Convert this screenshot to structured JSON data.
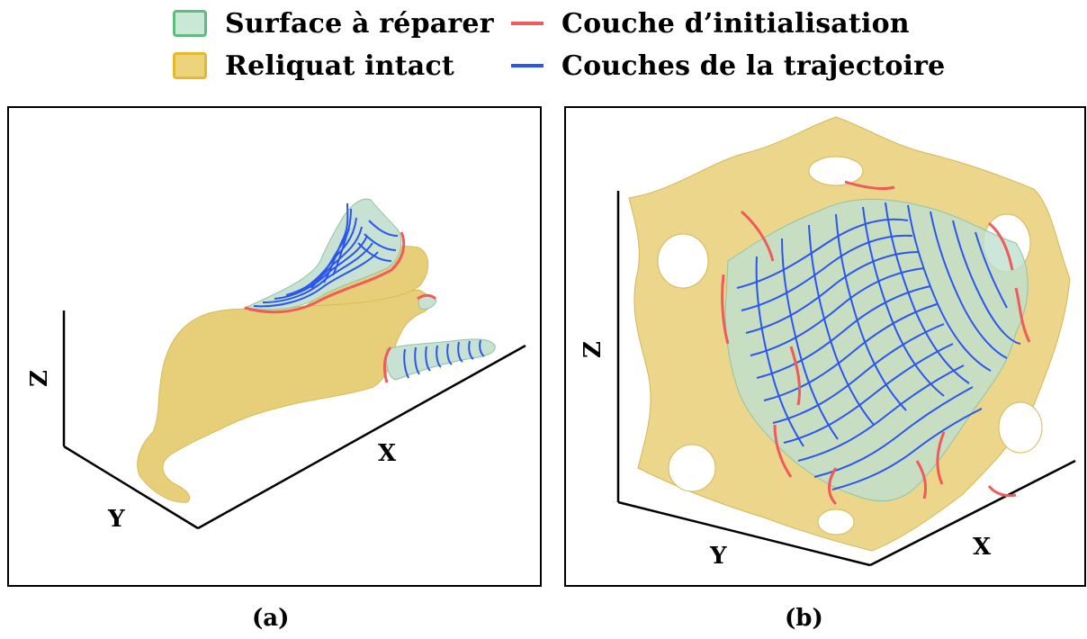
{
  "legend": {
    "repair_surface": {
      "label": "Surface à réparer",
      "fill": "#c9e8d6",
      "border": "#5ebd7e"
    },
    "intact_remainder": {
      "label": "Reliquat intact",
      "fill": "#ecd37c",
      "border": "#e6b92a"
    },
    "init_layer": {
      "label": "Couche d’initialisation",
      "color": "#f05a5a"
    },
    "trajectory_layers": {
      "label": "Couches de la trajectoire",
      "color": "#2b55f0"
    }
  },
  "panel_a": {
    "caption": "(a)",
    "axis_x": "X",
    "axis_y": "Y",
    "axis_z": "Z"
  },
  "panel_b": {
    "caption": "(b)",
    "axis_x": "X",
    "axis_y": "Y",
    "axis_z": "Z"
  }
}
